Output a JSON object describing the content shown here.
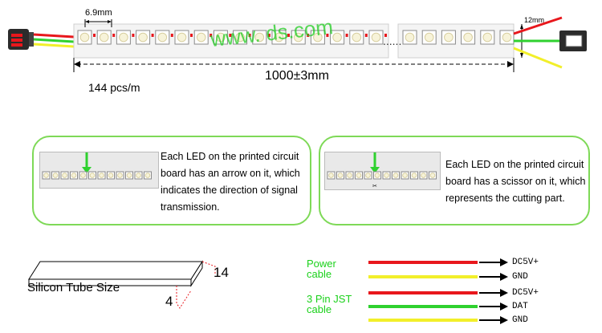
{
  "strip": {
    "pitch_label": "6.9mm",
    "width_label": "12mm",
    "density_label": "144 pcs/m",
    "length_label": "1000±3mm",
    "watermark": "www.   ds.com"
  },
  "panels": [
    {
      "text_lines": [
        "Each LED on the printed circuit",
        "board has an arrow on it, which",
        "indicates the direction of signal",
        "transmission."
      ]
    },
    {
      "text_lines": [
        "Each LED on the printed circuit",
        "board has a scissor on it, which",
        "represents the cutting part."
      ]
    }
  ],
  "tube": {
    "caption": "Silicon Tube Size",
    "height_label": "14",
    "width_label": "4"
  },
  "wiring": {
    "groups": [
      {
        "name_lines": [
          "Power",
          "cable"
        ],
        "wires": [
          {
            "color": "#e8171c",
            "pin": "DC5V+"
          },
          {
            "color": "#f2ef2a",
            "pin": "GND"
          }
        ]
      },
      {
        "name_lines": [
          "3 Pin JST",
          "cable"
        ],
        "wires": [
          {
            "color": "#e8171c",
            "pin": "DC5V+"
          },
          {
            "color": "#2fd12f",
            "pin": "DAT"
          },
          {
            "color": "#f2ef2a",
            "pin": "GND"
          }
        ]
      }
    ]
  },
  "colors": {
    "accent_green": "#7ed957",
    "red_wire": "#e8171c",
    "green_wire": "#2fd12f",
    "yellow_wire": "#f2ef2a"
  }
}
